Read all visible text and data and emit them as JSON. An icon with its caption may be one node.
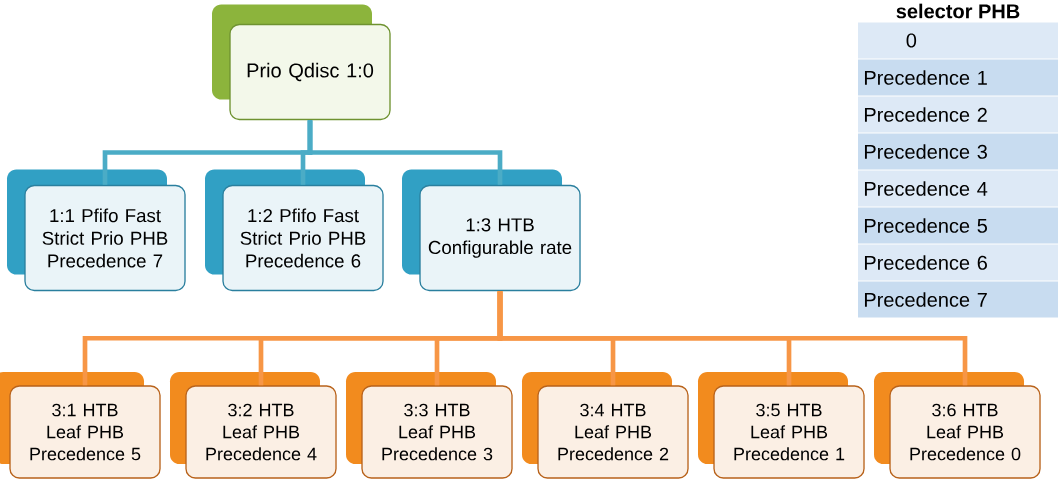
{
  "diagram": {
    "nodes": [
      {
        "text": [
          "Prio Qdisc 1:0"
        ]
      },
      {
        "text": [
          "1:1 Pfifo Fast",
          "Strict Prio PHB Precedence 7"
        ]
      },
      {
        "text": [
          "1:2 Pfifo Fast Strict Prio PHB Precedence 6"
        ]
      },
      {
        "text": [
          "1:3 HTB",
          "Configurable rate"
        ]
      },
      {
        "text": [
          "3:1 HTB Leaf PHB Precedence 5"
        ]
      },
      {
        "text": [
          "3:2 HTB Leaf PHB Precedence 4"
        ]
      },
      {
        "text": [
          "3:3 HTB Leaf PHB Precedence 3"
        ]
      },
      {
        "text": [
          "3:4 HTB Leaf PHB Precedence 2"
        ]
      },
      {
        "text": [
          "3:5 HTB Leaf PHB Precedence 1"
        ]
      },
      {
        "text": [
          "3:6 HTB Leaf PHB Precedence 0"
        ]
      }
    ],
    "edges": [
      {
        "from": 0,
        "to": 1,
        "arrow": "none",
        "color": "#4bacc6"
      },
      {
        "from": 0,
        "to": 2,
        "arrow": "none",
        "color": "#4bacc6"
      },
      {
        "from": 0,
        "to": 3,
        "arrow": "none",
        "color": "#4bacc6"
      },
      {
        "from": 3,
        "to": 4,
        "arrow": "none"
      },
      {
        "from": 3,
        "to": 5,
        "arrow": "none"
      },
      {
        "from": 3,
        "to": 6,
        "arrow": "none"
      },
      {
        "from": 3,
        "to": 7,
        "arrow": "none"
      },
      {
        "from": 3,
        "to": 8,
        "arrow": "none"
      },
      {
        "from": 3,
        "to": 9,
        "arrow": "none"
      }
    ],
    "labels": [
      "selector PHB",
      "0",
      "Precedence 1",
      "Precedence 2",
      "Precedence 3",
      "Precedence 4",
      "Precedence 5",
      "Precedence 6",
      "Precedence 7"
    ]
  }
}
